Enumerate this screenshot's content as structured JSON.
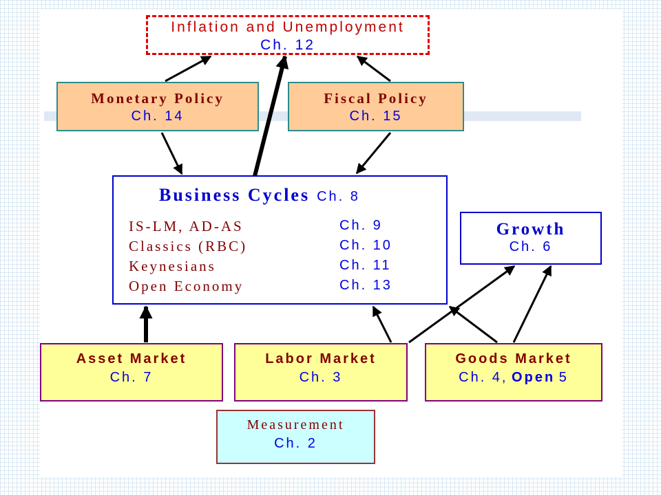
{
  "diagram": {
    "nodes": {
      "inflation": {
        "title": "Inflation and Unemployment",
        "chapter": "Ch. 12"
      },
      "monetary": {
        "title": "Monetary Policy",
        "chapter": "Ch. 14"
      },
      "fiscal": {
        "title": "Fiscal Policy",
        "chapter": "Ch. 15"
      },
      "business": {
        "title": "Business Cycles",
        "chapter": "Ch. 8",
        "topics": [
          {
            "name": "IS-LM, AD-AS",
            "chapter": "Ch. 9"
          },
          {
            "name": "Classics (RBC)",
            "chapter": "Ch. 10"
          },
          {
            "name": "Keynesians",
            "chapter": "Ch. 11"
          },
          {
            "name": "Open Economy",
            "chapter": "Ch. 13"
          }
        ]
      },
      "growth": {
        "title": "Growth",
        "chapter": "Ch. 6"
      },
      "asset": {
        "title": "Asset Market",
        "chapter": "Ch. 7"
      },
      "labor": {
        "title": "Labor Market",
        "chapter": "Ch. 3"
      },
      "goods": {
        "title": "Goods Market",
        "chapter_a": "Ch. 4,",
        "chapter_open": "Open",
        "chapter_b": "5"
      },
      "measurement": {
        "title": "Measurement",
        "chapter": "Ch. 2"
      }
    },
    "edges": [
      {
        "from": "monetary",
        "to": "inflation"
      },
      {
        "from": "business",
        "to": "inflation",
        "emphasis": "thick"
      },
      {
        "from": "fiscal",
        "to": "inflation"
      },
      {
        "from": "monetary",
        "to": "business"
      },
      {
        "from": "fiscal",
        "to": "business"
      },
      {
        "from": "asset",
        "to": "business",
        "emphasis": "thick"
      },
      {
        "from": "labor",
        "to": "business"
      },
      {
        "from": "goods",
        "to": "business"
      },
      {
        "from": "labor",
        "to": "growth"
      },
      {
        "from": "goods",
        "to": "growth"
      }
    ],
    "colors": {
      "inflation_border": "#e00000",
      "policy_fill": "#ffcc99",
      "market_fill": "#ffff99",
      "measurement_fill": "#ccffff",
      "chapter_text": "#0000dd",
      "title_text": "#800000"
    }
  }
}
